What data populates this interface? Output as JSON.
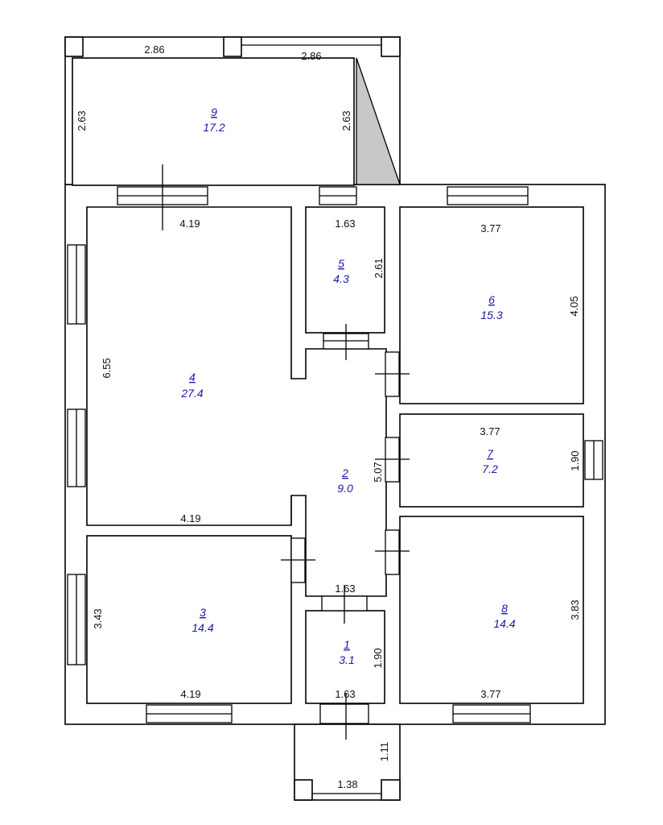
{
  "accent_color": "#1a1aa8",
  "rooms": [
    {
      "number": "1",
      "area": "3.1"
    },
    {
      "number": "2",
      "area": "9.0"
    },
    {
      "number": "3",
      "area": "14.4"
    },
    {
      "number": "4",
      "area": "27.4"
    },
    {
      "number": "5",
      "area": "4.3"
    },
    {
      "number": "6",
      "area": "15.3"
    },
    {
      "number": "7",
      "area": "7.2"
    },
    {
      "number": "8",
      "area": "14.4"
    },
    {
      "number": "9",
      "area": "17.2"
    }
  ],
  "dimensions": {
    "r9_top_left": "2.86",
    "r9_top_right": "2.86",
    "r9_left": "2.63",
    "r9_right": "2.63",
    "r4_top": "4.19",
    "r4_left": "6.55",
    "r4_bottom": "4.19",
    "r5_top": "1.63",
    "r5_side": "2.61",
    "r6_top": "3.77",
    "r6_side": "4.05",
    "r7_top": "3.77",
    "r7_side": "1.90",
    "r2_side": "5.07",
    "r2_bottom": "1.63",
    "r3_side": "3.43",
    "r3_bottom": "4.19",
    "r1_side": "1.90",
    "r1_bottom": "1.63",
    "r8_side": "3.83",
    "r8_bottom": "3.77",
    "porch_side": "1.11",
    "porch_bottom": "1.38"
  }
}
